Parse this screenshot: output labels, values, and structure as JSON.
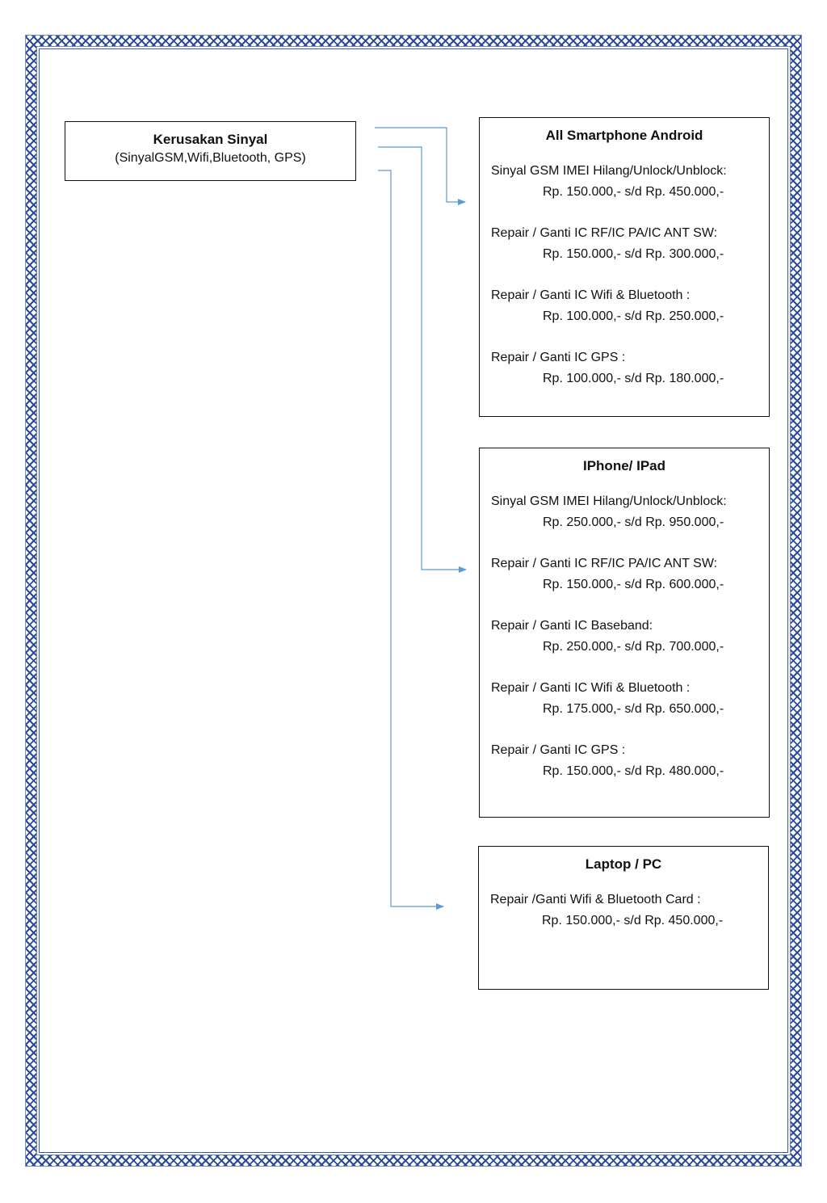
{
  "source": {
    "title": "Kerusakan Sinyal",
    "subtitle": "(SinyalGSM,Wifi,Bluetooth, GPS)"
  },
  "android": {
    "title": "All Smartphone Android",
    "services": [
      {
        "name": "Sinyal GSM IMEI Hilang/Unlock/Unblock:",
        "price": "Rp. 150.000,- s/d Rp. 450.000,-"
      },
      {
        "name": "Repair / Ganti IC RF/IC PA/IC ANT SW:",
        "price": "Rp. 150.000,- s/d Rp. 300.000,-"
      },
      {
        "name": "Repair / Ganti IC Wifi & Bluetooth :",
        "price": "Rp. 100.000,- s/d Rp. 250.000,-"
      },
      {
        "name": "Repair / Ganti IC GPS :",
        "price": "Rp. 100.000,- s/d Rp. 180.000,-"
      }
    ]
  },
  "iphone": {
    "title": "IPhone/ IPad",
    "services": [
      {
        "name": "Sinyal GSM IMEI Hilang/Unlock/Unblock:",
        "price": "Rp. 250.000,- s/d Rp. 950.000,-"
      },
      {
        "name": "Repair / Ganti IC RF/IC PA/IC ANT SW:",
        "price": "Rp. 150.000,- s/d Rp. 600.000,-"
      },
      {
        "name": "Repair / Ganti IC Baseband:",
        "price": "Rp. 250.000,- s/d Rp. 700.000,-"
      },
      {
        "name": "Repair / Ganti IC Wifi & Bluetooth :",
        "price": "Rp. 175.000,- s/d Rp. 650.000,-"
      },
      {
        "name": "Repair / Ganti IC GPS :",
        "price": "Rp. 150.000,- s/d Rp. 480.000,-"
      }
    ]
  },
  "laptop": {
    "title": "Laptop / PC",
    "services": [
      {
        "name": "Repair /Ganti Wifi & Bluetooth Card :",
        "price": "Rp. 150.000,- s/d Rp. 450.000,-"
      }
    ]
  },
  "colors": {
    "connector": "#5b9bd5",
    "border_pattern": "#2b4a9a"
  }
}
